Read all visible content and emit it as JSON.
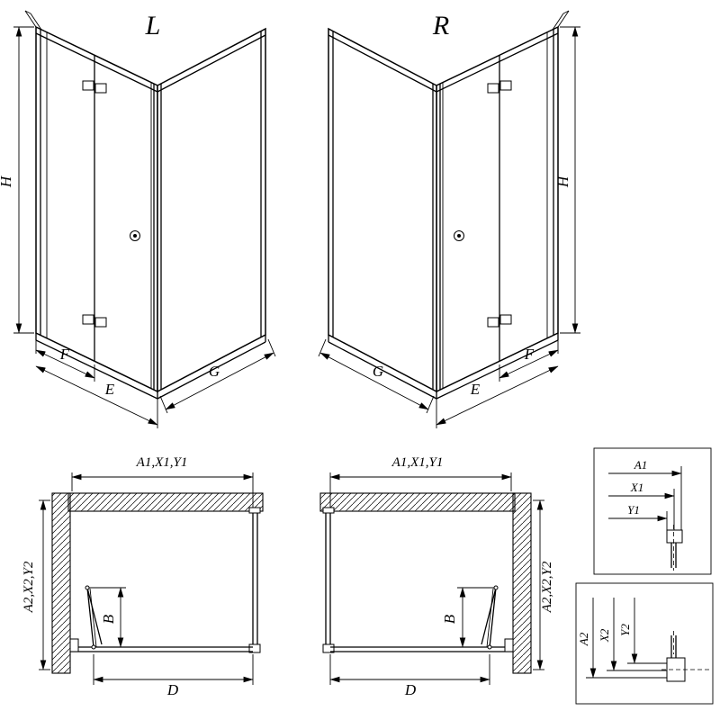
{
  "page": {
    "background": "#ffffff",
    "ink": "#000000"
  },
  "views": {
    "perspective_left": {
      "label": "L",
      "dim_height": "H",
      "dim_front": "F",
      "dim_entry": "E",
      "dim_side": "G"
    },
    "perspective_right": {
      "label": "R",
      "dim_height": "H",
      "dim_front": "F",
      "dim_entry": "E",
      "dim_side": "G"
    },
    "plan_left": {
      "dim_top": "A1,X1,Y1",
      "dim_side": "A2,X2,Y2",
      "dim_door": "B",
      "dim_width": "D"
    },
    "plan_right": {
      "dim_top": "A1,X1,Y1",
      "dim_side": "A2,X2,Y2",
      "dim_door": "B",
      "dim_width": "D"
    },
    "detail_top": {
      "labels": [
        "A1",
        "X1",
        "Y1"
      ]
    },
    "detail_bottom": {
      "labels": [
        "A2",
        "X2",
        "Y2"
      ]
    }
  }
}
